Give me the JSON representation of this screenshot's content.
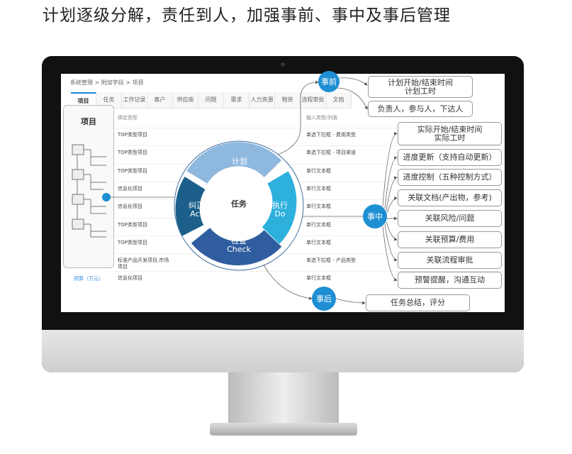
{
  "headline": "计划逐级分解，责任到人，加强事前、事中及事后管理",
  "breadcrumb": "系统管理 > 附加字段 > 项目",
  "tabs": [
    "项目",
    "任务",
    "工作记录",
    "客户",
    "供应商",
    "问题",
    "需求",
    "人力资源",
    "物资",
    "流程审批",
    "文档"
  ],
  "table": {
    "headers": [
      "绑定类型",
      "输入类型/列表"
    ],
    "rows": [
      [
        "TOP类型项目",
        "单选下拉框 - 费用类型"
      ],
      [
        "TOP类型项目",
        "单选下拉框 - 项目渠道"
      ],
      [
        "TOP类型项目",
        "单行文本框"
      ],
      [
        "信息化项目",
        "单行文本框"
      ],
      [
        "信息化项目",
        "单行文本框"
      ],
      [
        "TOP类型项目",
        "单行文本框"
      ],
      [
        "TOP类型项目",
        "单行文本框"
      ],
      [
        "标准产品开发项目,市场项目",
        "单选下拉框 - 产品类型"
      ],
      [
        "信息化项目",
        "单行文本框"
      ]
    ]
  },
  "left_panel": {
    "title": "项目",
    "budget": "预算（万元）"
  },
  "cycle": {
    "center": "任务",
    "plan": "计划\nPlan",
    "do": "执行\nDo",
    "check": "检查\nCheck",
    "act": "纠正\nAct"
  },
  "phases": {
    "before": "事前",
    "during": "事中",
    "after": "事后"
  },
  "boxes": {
    "before": [
      "计划开始/结束时间\n计划工时",
      "负责人，参与人，下达人"
    ],
    "during": [
      "实际开始/结束时间\n实际工时",
      "进度更新（支持自动更新）",
      "进度控制（五种控制方式）",
      "关联文档(产出物，参考)",
      "关联风险/问题",
      "关联预算/费用",
      "关联流程审批",
      "预警提醒，沟通互动"
    ],
    "after": [
      "任务总结，评分"
    ]
  },
  "colors": {
    "accent": "#1f8fd3",
    "plan": "#8fb8de",
    "do": "#2eb0dc",
    "check": "#2f5d9f",
    "act": "#1c5f8a"
  }
}
